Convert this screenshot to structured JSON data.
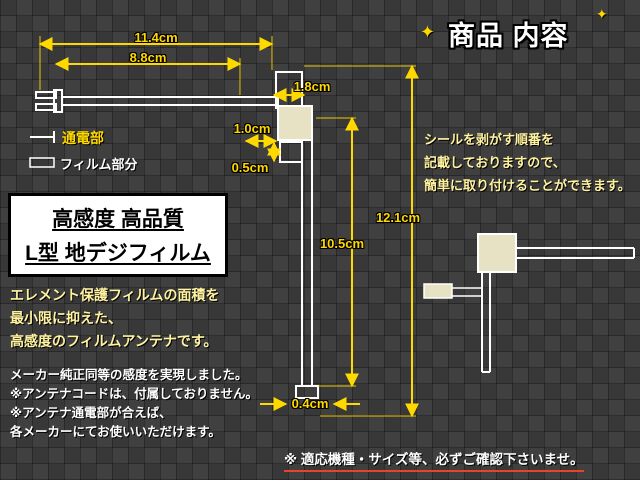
{
  "title": "商品 内容",
  "dims": {
    "w_total": "11.4cm",
    "w_inner": "8.8cm",
    "stub_w": "1.8cm",
    "pad_w": "1.0cm",
    "pad_h": "0.5cm",
    "h_total": "12.1cm",
    "h_film": "10.5cm",
    "tip_w": "0.4cm"
  },
  "legend": {
    "conduction": "通電部",
    "film": "フィルム部分"
  },
  "badge": {
    "line1": "高感度 高品質",
    "line2": "L型 地デジフィルム"
  },
  "features": [
    "エレメント保護フィルムの面積を",
    "最小限に抑えた、",
    "高感度のフィルムアンテナです。"
  ],
  "notes": [
    "メーカー純正同等の感度を実現しました。",
    "※アンテナコードは、付属しておりません。",
    "※アンテナ通電部が合えば、",
    "各メーカーにてお使いいただけます。"
  ],
  "seal_note": [
    "シールを剥がす順番を",
    "記載しておりますので、",
    "簡単に取り付けることができます。"
  ],
  "footer": "※ 適応機種・サイズ等、必ずご確認下さいませ。",
  "icons": {
    "sparkle": "✦"
  },
  "colors": {
    "background": "#3a3a3a",
    "dim_yellow": "#ffd800",
    "pale_yellow": "#fff3a0",
    "pad_beige": "#e6e2c3",
    "note_red": "#e8412c",
    "white": "#ffffff"
  }
}
